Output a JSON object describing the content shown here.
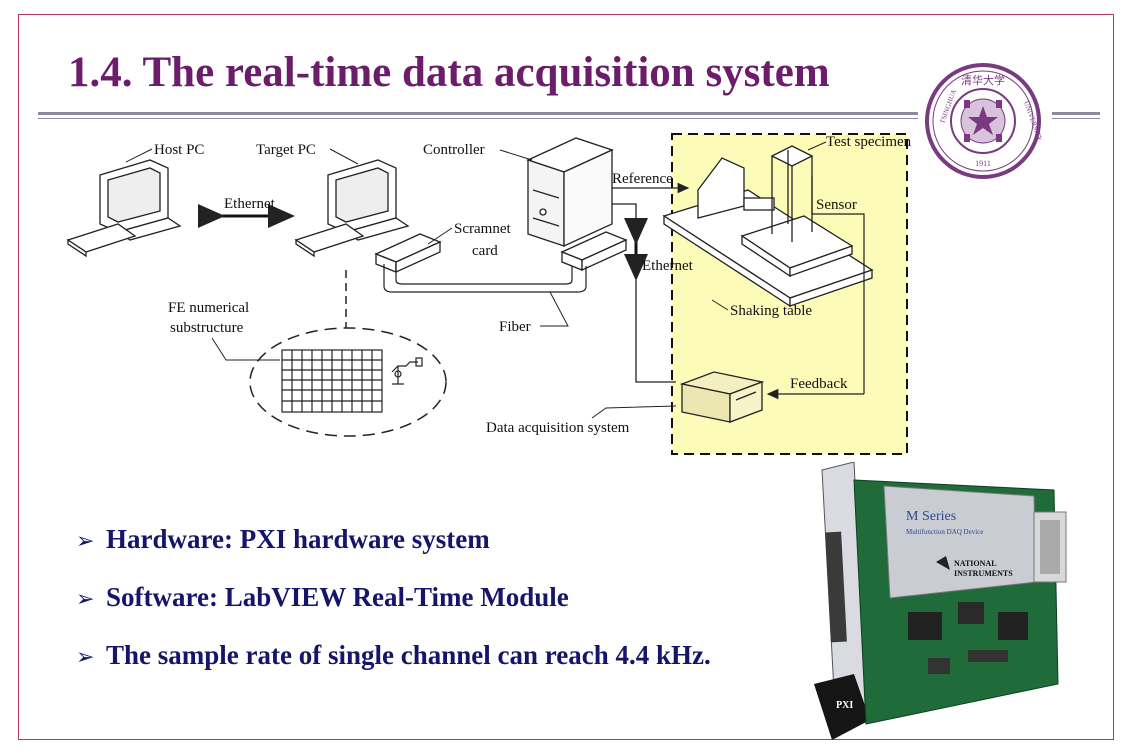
{
  "slide": {
    "title": "1.4. The real-time data acquisition system"
  },
  "diagram": {
    "labels": {
      "host_pc": "Host PC",
      "target_pc": "Target PC",
      "controller": "Controller",
      "ethernet_left": "Ethernet",
      "scramnet_card": "Scramnet",
      "scramnet_card_2": "card",
      "reference": "Reference",
      "test_specimen": "Test specimen",
      "sensor": "Sensor",
      "ethernet_right": "Ethernet",
      "shaking_table": "Shaking table",
      "fe_numerical": "FE numerical",
      "substructure": "substructure",
      "fiber": "Fiber",
      "feedback": "Feedback",
      "data_acquisition_system": "Data acquisition system"
    },
    "highlight_color": "#fdfbb8"
  },
  "bullets": {
    "items": [
      "Hardware: PXI hardware system",
      "Software: LabVIEW Real-Time Module",
      "The sample rate of single channel can reach 4.4 kHz."
    ]
  },
  "card": {
    "brand_line1": "NATIONAL",
    "brand_line2": "INSTRUMENTS",
    "series": "M Series",
    "series_sub": "Multifunction DAQ Device",
    "pxi": "PXI"
  },
  "seal": {
    "top_text": "清华大学",
    "left_text": "TSINGHUA",
    "right_text": "UNIVERSITY",
    "year": "1911"
  }
}
